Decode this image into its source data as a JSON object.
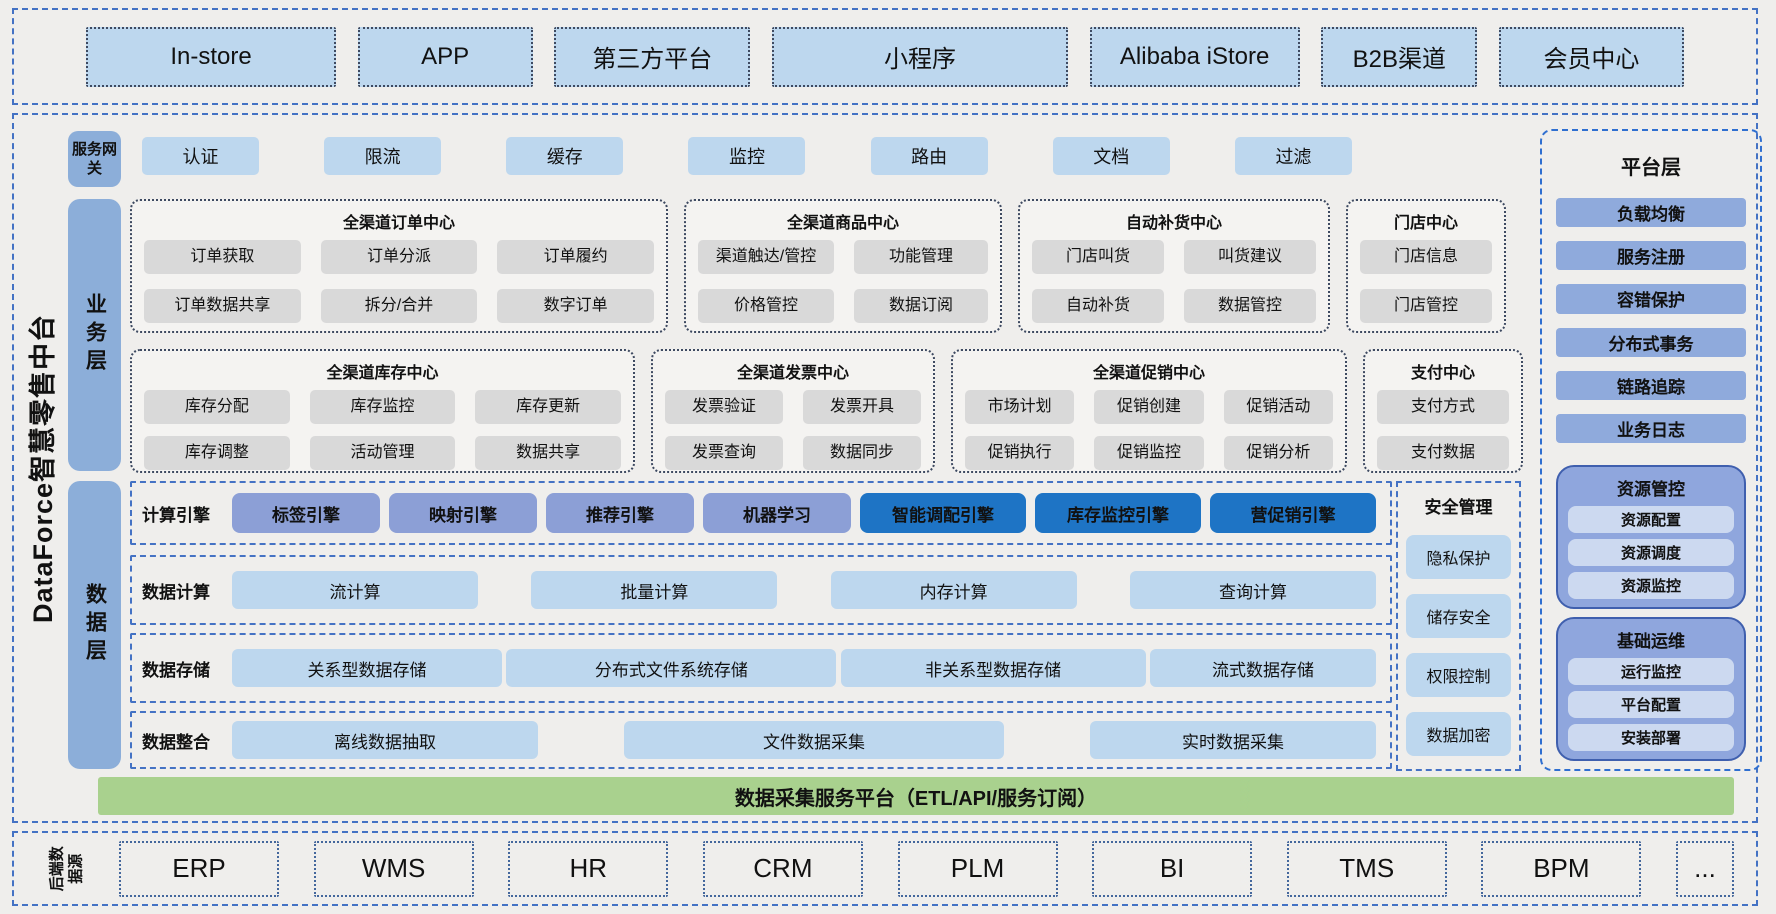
{
  "title": "DataForce智慧零售中台",
  "channels": {
    "items": [
      "In-store",
      "APP",
      "第三方平台",
      "小程序",
      "Alibaba iStore",
      "B2B渠道",
      "会员中心"
    ]
  },
  "gateway": {
    "label": "服务网关",
    "items": [
      "认证",
      "限流",
      "缓存",
      "监控",
      "路由",
      "文档",
      "过滤"
    ]
  },
  "business": {
    "label": "业务层",
    "centers": [
      {
        "title": "全渠道订单中心",
        "items": [
          "订单获取",
          "订单分派",
          "订单履约",
          "订单数据共享",
          "拆分/合并",
          "数字订单"
        ]
      },
      {
        "title": "全渠道商品中心",
        "items": [
          "渠道触达/管控",
          "功能管理",
          "价格管控",
          "数据订阅"
        ]
      },
      {
        "title": "自动补货中心",
        "items": [
          "门店叫货",
          "叫货建议",
          "自动补货",
          "数据管控"
        ]
      },
      {
        "title": "门店中心",
        "items": [
          "门店信息",
          "门店管控"
        ]
      },
      {
        "title": "全渠道库存中心",
        "items": [
          "库存分配",
          "库存监控",
          "库存更新",
          "库存调整",
          "活动管理",
          "数据共享"
        ]
      },
      {
        "title": "全渠道发票中心",
        "items": [
          "发票验证",
          "发票开具",
          "发票查询",
          "数据同步"
        ]
      },
      {
        "title": "全渠道促销中心",
        "items": [
          "市场计划",
          "促销创建",
          "促销活动",
          "促销执行",
          "促销监控",
          "促销分析"
        ]
      },
      {
        "title": "支付中心",
        "items": [
          "支付方式",
          "支付数据"
        ]
      }
    ]
  },
  "data_layer": {
    "label": "数据层",
    "rows": [
      {
        "label": "计算引擎",
        "items": [
          "标签引擎",
          "映射引擎",
          "推荐引擎",
          "机器学习",
          "智能调配引擎",
          "库存监控引擎",
          "营促销引擎"
        ]
      },
      {
        "label": "数据计算",
        "items": [
          "流计算",
          "批量计算",
          "内存计算",
          "查询计算"
        ]
      },
      {
        "label": "数据存储",
        "items": [
          "关系型数据存储",
          "分布式文件系统存储",
          "非关系型数据存储",
          "流式数据存储"
        ]
      },
      {
        "label": "数据整合",
        "items": [
          "离线数据抽取",
          "文件数据采集",
          "实时数据采集"
        ]
      }
    ]
  },
  "security": {
    "title": "安全管理",
    "items": [
      "隐私保护",
      "储存安全",
      "权限控制",
      "数据加密"
    ]
  },
  "platform": {
    "title": "平台层",
    "items": [
      "负载均衡",
      "服务注册",
      "容错保护",
      "分布式事务",
      "链路追踪",
      "业务日志"
    ],
    "groups": [
      {
        "title": "资源管控",
        "items": [
          "资源配置",
          "资源调度",
          "资源监控"
        ]
      },
      {
        "title": "基础运维",
        "items": [
          "运行监控",
          "平台配置",
          "安装部署"
        ]
      }
    ]
  },
  "etl_bar": {
    "label": "数据采集服务平台（ETL/API/服务订阅）"
  },
  "backend": {
    "label": "后端数据源",
    "items": [
      "ERP",
      "WMS",
      "HR",
      "CRM",
      "PLM",
      "BI",
      "TMS",
      "BPM",
      "..."
    ]
  },
  "colors": {
    "accent_dash_blue": "#4472c4",
    "light_blue": "#bdd7ee",
    "mid_blue": "#8faadc",
    "engine_blue": "#8c9fd6",
    "engine_dark_blue": "#1e74c5",
    "side_label_blue": "#8caed9",
    "item_gray": "#d9d9d9",
    "etl_green": "#a9d18e",
    "background": "#efeeec"
  }
}
